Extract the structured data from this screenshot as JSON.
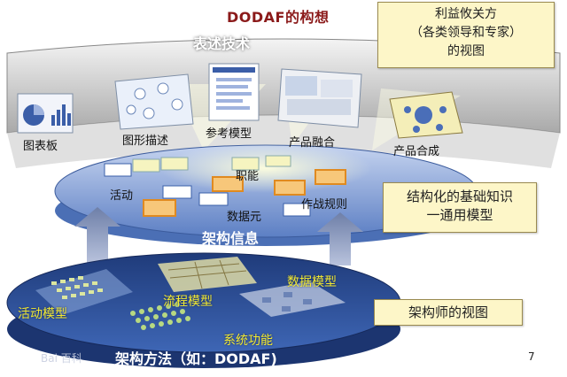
{
  "title": "DODAF的构想",
  "callouts": {
    "stakeholders": [
      "利益攸关方",
      "（各类领导和专家）",
      "的视图"
    ],
    "foundation": [
      "结构化的基础知识",
      "一通用模型"
    ],
    "architect": "架构师的视图"
  },
  "top_layer": {
    "title": "表述技术",
    "items": [
      "图表板",
      "图形描述",
      "参考模型",
      "产品融合",
      "产品合成"
    ]
  },
  "middle_layer": {
    "title": "架构信息",
    "items": [
      "活动",
      "职能",
      "数据元",
      "作战规则"
    ]
  },
  "bottom_layer": {
    "title": "架构方法（如：DODAF)",
    "items": [
      "活动模型",
      "流程模型",
      "数据模型",
      "系统功能"
    ]
  },
  "page_number": "7",
  "watermark": "Bai 百科",
  "colors": {
    "title_red": "#8b1a1a",
    "callout_fill": "#fdf6c8",
    "disk_blue": "#3a5fa8",
    "label_yellow": "#f2ea33",
    "tile_orange": "#f0a030"
  }
}
